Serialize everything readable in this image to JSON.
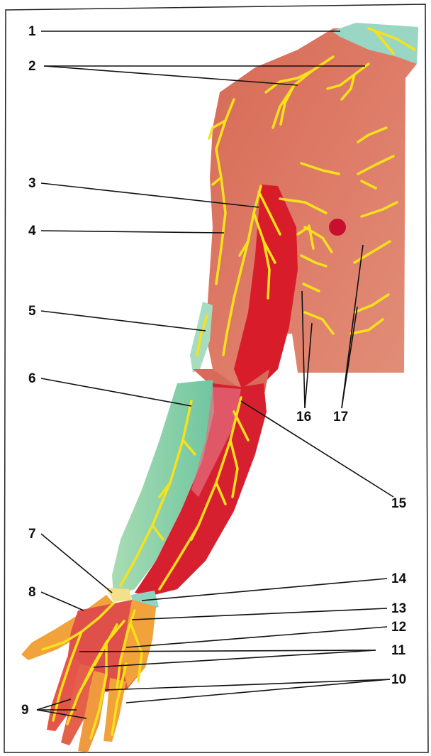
{
  "labels": {
    "l1": "1",
    "l2": "2",
    "l3": "3",
    "l4": "4",
    "l5": "5",
    "l6": "6",
    "l7": "7",
    "l8": "8",
    "l9": "9",
    "l10": "10",
    "l11": "11",
    "l12": "12",
    "l13": "13",
    "l14": "14",
    "l15": "15",
    "l16": "16",
    "l17": "17"
  },
  "colors": {
    "skin_area": "#d96a55",
    "arm_red": "#d81c2a",
    "forearm_green": "#8fd3a8",
    "neck_cyan": "#9ad6c4",
    "hand_orange": "#f2a23a",
    "nerve_yellow": "#f7e11b",
    "leader_line": "#111111"
  }
}
